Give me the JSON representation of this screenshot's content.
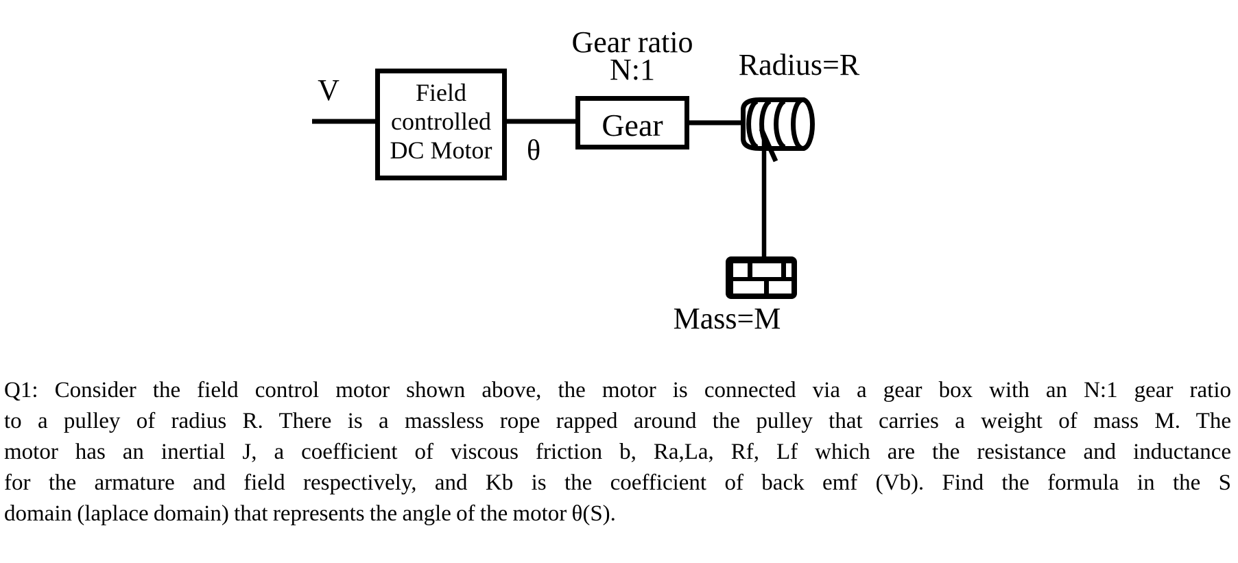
{
  "colors": {
    "ink": "#000000",
    "background": "#ffffff"
  },
  "diagram": {
    "input_label": "V",
    "motor_box": {
      "line1": "Field",
      "line2": "controlled",
      "line3": "DC Motor"
    },
    "shaft_angle_label": "θ",
    "gear_ratio_label_line1": "Gear ratio",
    "gear_ratio_label_line2": "N:1",
    "gear_box_label": "Gear",
    "pulley_radius_label": "Radius=R",
    "mass_label": "Mass=M"
  },
  "question": {
    "lines": [
      "Q1: Consider the field control motor shown above, the motor is connected via a gear box with an N:1 gear ratio",
      "to a pulley of radius R. There is a massless rope rapped around the pulley that carries a weight of mass M. The",
      "motor has an inertial J, a coefficient of viscous friction b, Ra,La, Rf, Lf which are the resistance and inductance",
      "for the armature and field respectively, and Kb is the coefficient of back emf (Vb). Find the formula in the S",
      "domain (laplace domain) that represents the angle of the motor θ(S)."
    ]
  }
}
